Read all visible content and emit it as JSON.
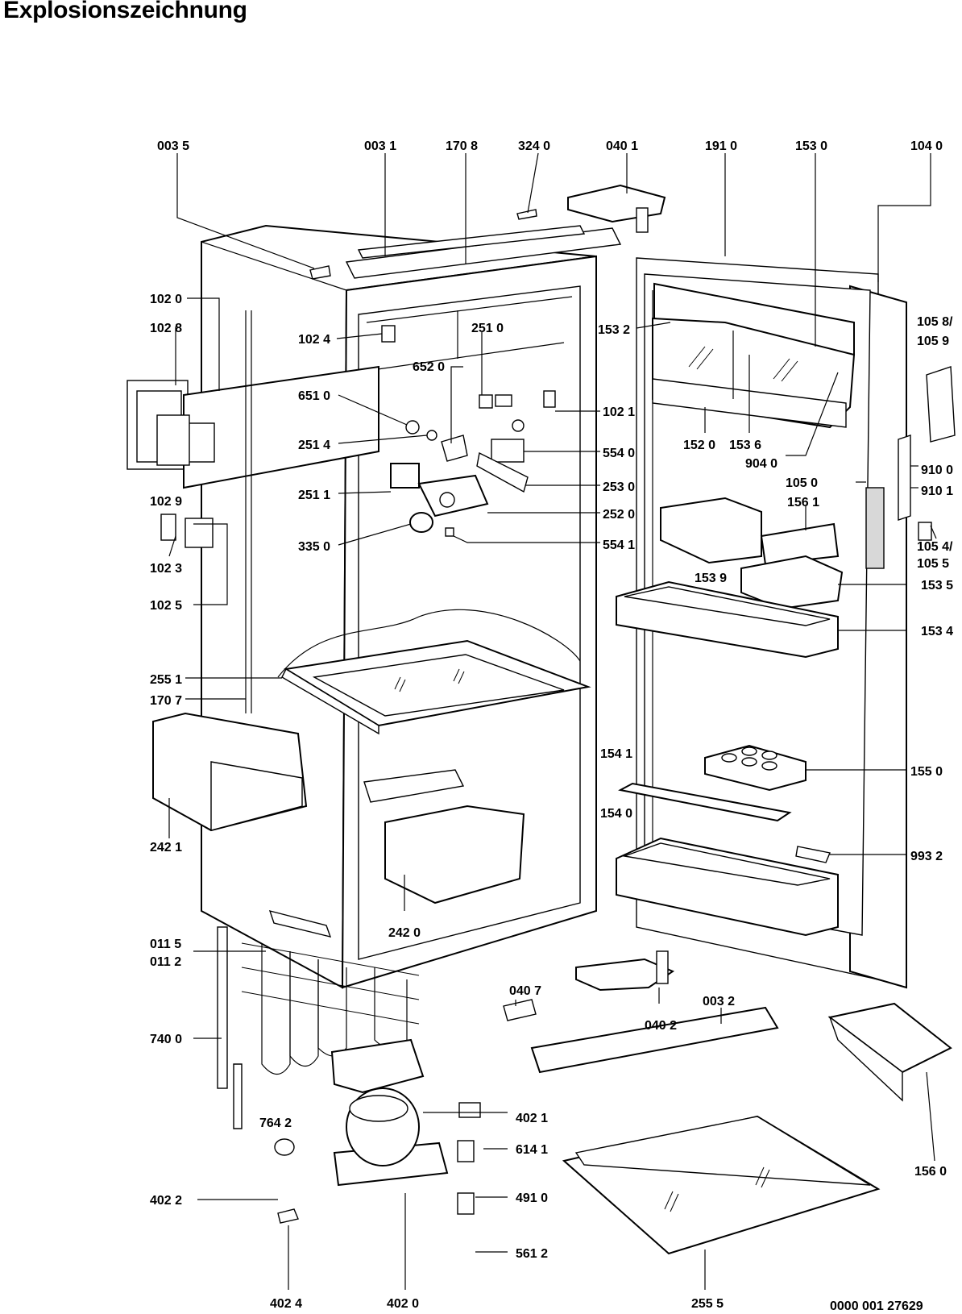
{
  "title": "Explosionszeichnung",
  "document_id": "0000 001 27629",
  "labels": [
    {
      "id": "p0035",
      "text": "003 5"
    },
    {
      "id": "p0031",
      "text": "003 1"
    },
    {
      "id": "p1708",
      "text": "170 8"
    },
    {
      "id": "p3240",
      "text": "324 0"
    },
    {
      "id": "p0401",
      "text": "040 1"
    },
    {
      "id": "p1910",
      "text": "191 0"
    },
    {
      "id": "p1530",
      "text": "153 0"
    },
    {
      "id": "p1040",
      "text": "104 0"
    },
    {
      "id": "p1020",
      "text": "102 0"
    },
    {
      "id": "p1028",
      "text": "102 8"
    },
    {
      "id": "p1024",
      "text": "102 4"
    },
    {
      "id": "p2510",
      "text": "251 0"
    },
    {
      "id": "p6520",
      "text": "652 0"
    },
    {
      "id": "p1532",
      "text": "153 2"
    },
    {
      "id": "p1058",
      "text": "105 8/"
    },
    {
      "id": "p1059",
      "text": "105 9"
    },
    {
      "id": "p6510",
      "text": "651 0"
    },
    {
      "id": "p1021",
      "text": "102 1"
    },
    {
      "id": "p2514",
      "text": "251 4"
    },
    {
      "id": "p5540",
      "text": "554 0"
    },
    {
      "id": "p1520",
      "text": "152 0"
    },
    {
      "id": "p1536",
      "text": "153 6"
    },
    {
      "id": "p9040",
      "text": "904 0"
    },
    {
      "id": "p9100",
      "text": "910 0"
    },
    {
      "id": "p2511",
      "text": "251 1"
    },
    {
      "id": "p2530",
      "text": "253 0"
    },
    {
      "id": "p1050",
      "text": "105 0"
    },
    {
      "id": "p9101",
      "text": "910 1"
    },
    {
      "id": "p1029",
      "text": "102 9"
    },
    {
      "id": "p2520",
      "text": "252 0"
    },
    {
      "id": "p1561",
      "text": "156 1"
    },
    {
      "id": "p3350",
      "text": "335 0"
    },
    {
      "id": "p5541",
      "text": "554 1"
    },
    {
      "id": "p1054",
      "text": "105 4/"
    },
    {
      "id": "p1055",
      "text": "105 5"
    },
    {
      "id": "p1023",
      "text": "102 3"
    },
    {
      "id": "p1539",
      "text": "153 9"
    },
    {
      "id": "p1535",
      "text": "153 5"
    },
    {
      "id": "p1025",
      "text": "102 5"
    },
    {
      "id": "p1534",
      "text": "153 4"
    },
    {
      "id": "p2551",
      "text": "255 1"
    },
    {
      "id": "p1707",
      "text": "170 7"
    },
    {
      "id": "p1541",
      "text": "154 1"
    },
    {
      "id": "p1550",
      "text": "155 0"
    },
    {
      "id": "p1540",
      "text": "154 0"
    },
    {
      "id": "p2421",
      "text": "242 1"
    },
    {
      "id": "p9932",
      "text": "993 2"
    },
    {
      "id": "p2420",
      "text": "242 0"
    },
    {
      "id": "p0115",
      "text": "011 5"
    },
    {
      "id": "p0112",
      "text": "011 2"
    },
    {
      "id": "p0407",
      "text": "040 7"
    },
    {
      "id": "p0032",
      "text": "003 2"
    },
    {
      "id": "p0402",
      "text": "040 2"
    },
    {
      "id": "p7400",
      "text": "740 0"
    },
    {
      "id": "p4021",
      "text": "402 1"
    },
    {
      "id": "p7642",
      "text": "764 2"
    },
    {
      "id": "p6141",
      "text": "614 1"
    },
    {
      "id": "p1560",
      "text": "156 0"
    },
    {
      "id": "p4022",
      "text": "402 2"
    },
    {
      "id": "p4910",
      "text": "491 0"
    },
    {
      "id": "p5612",
      "text": "561 2"
    },
    {
      "id": "p4024",
      "text": "402 4"
    },
    {
      "id": "p4020",
      "text": "402 0"
    },
    {
      "id": "p2555",
      "text": "255 5"
    }
  ]
}
